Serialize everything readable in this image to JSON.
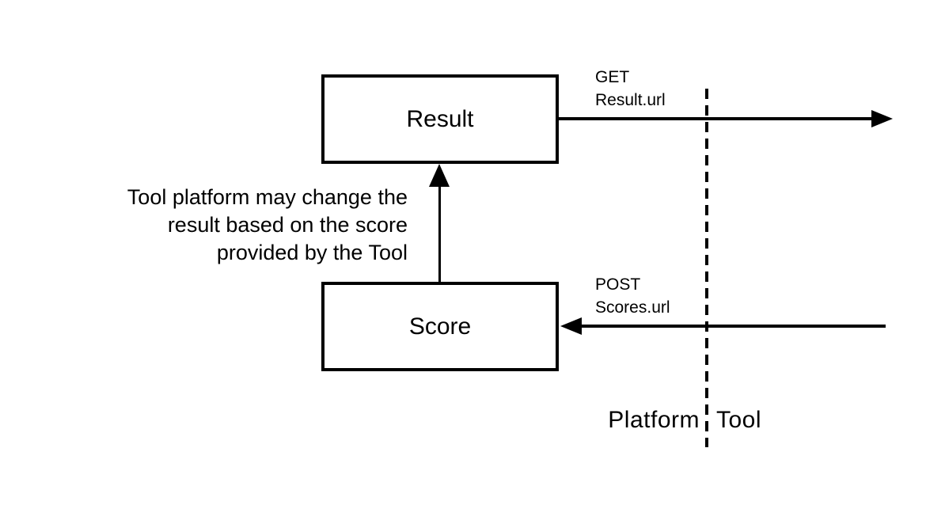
{
  "colors": {
    "foreground": "#000000",
    "background": "#ffffff"
  },
  "boxes": {
    "result": {
      "label": "Result"
    },
    "score": {
      "label": "Score"
    }
  },
  "arrows": {
    "get": {
      "label": "GET\nResult.url"
    },
    "post": {
      "label": "POST\nScores.url"
    }
  },
  "annotation": {
    "text": "Tool platform may change the\nresult based on the score\nprovided by the Tool"
  },
  "boundary": {
    "platform_label": "Platform",
    "tool_label": "Tool"
  }
}
